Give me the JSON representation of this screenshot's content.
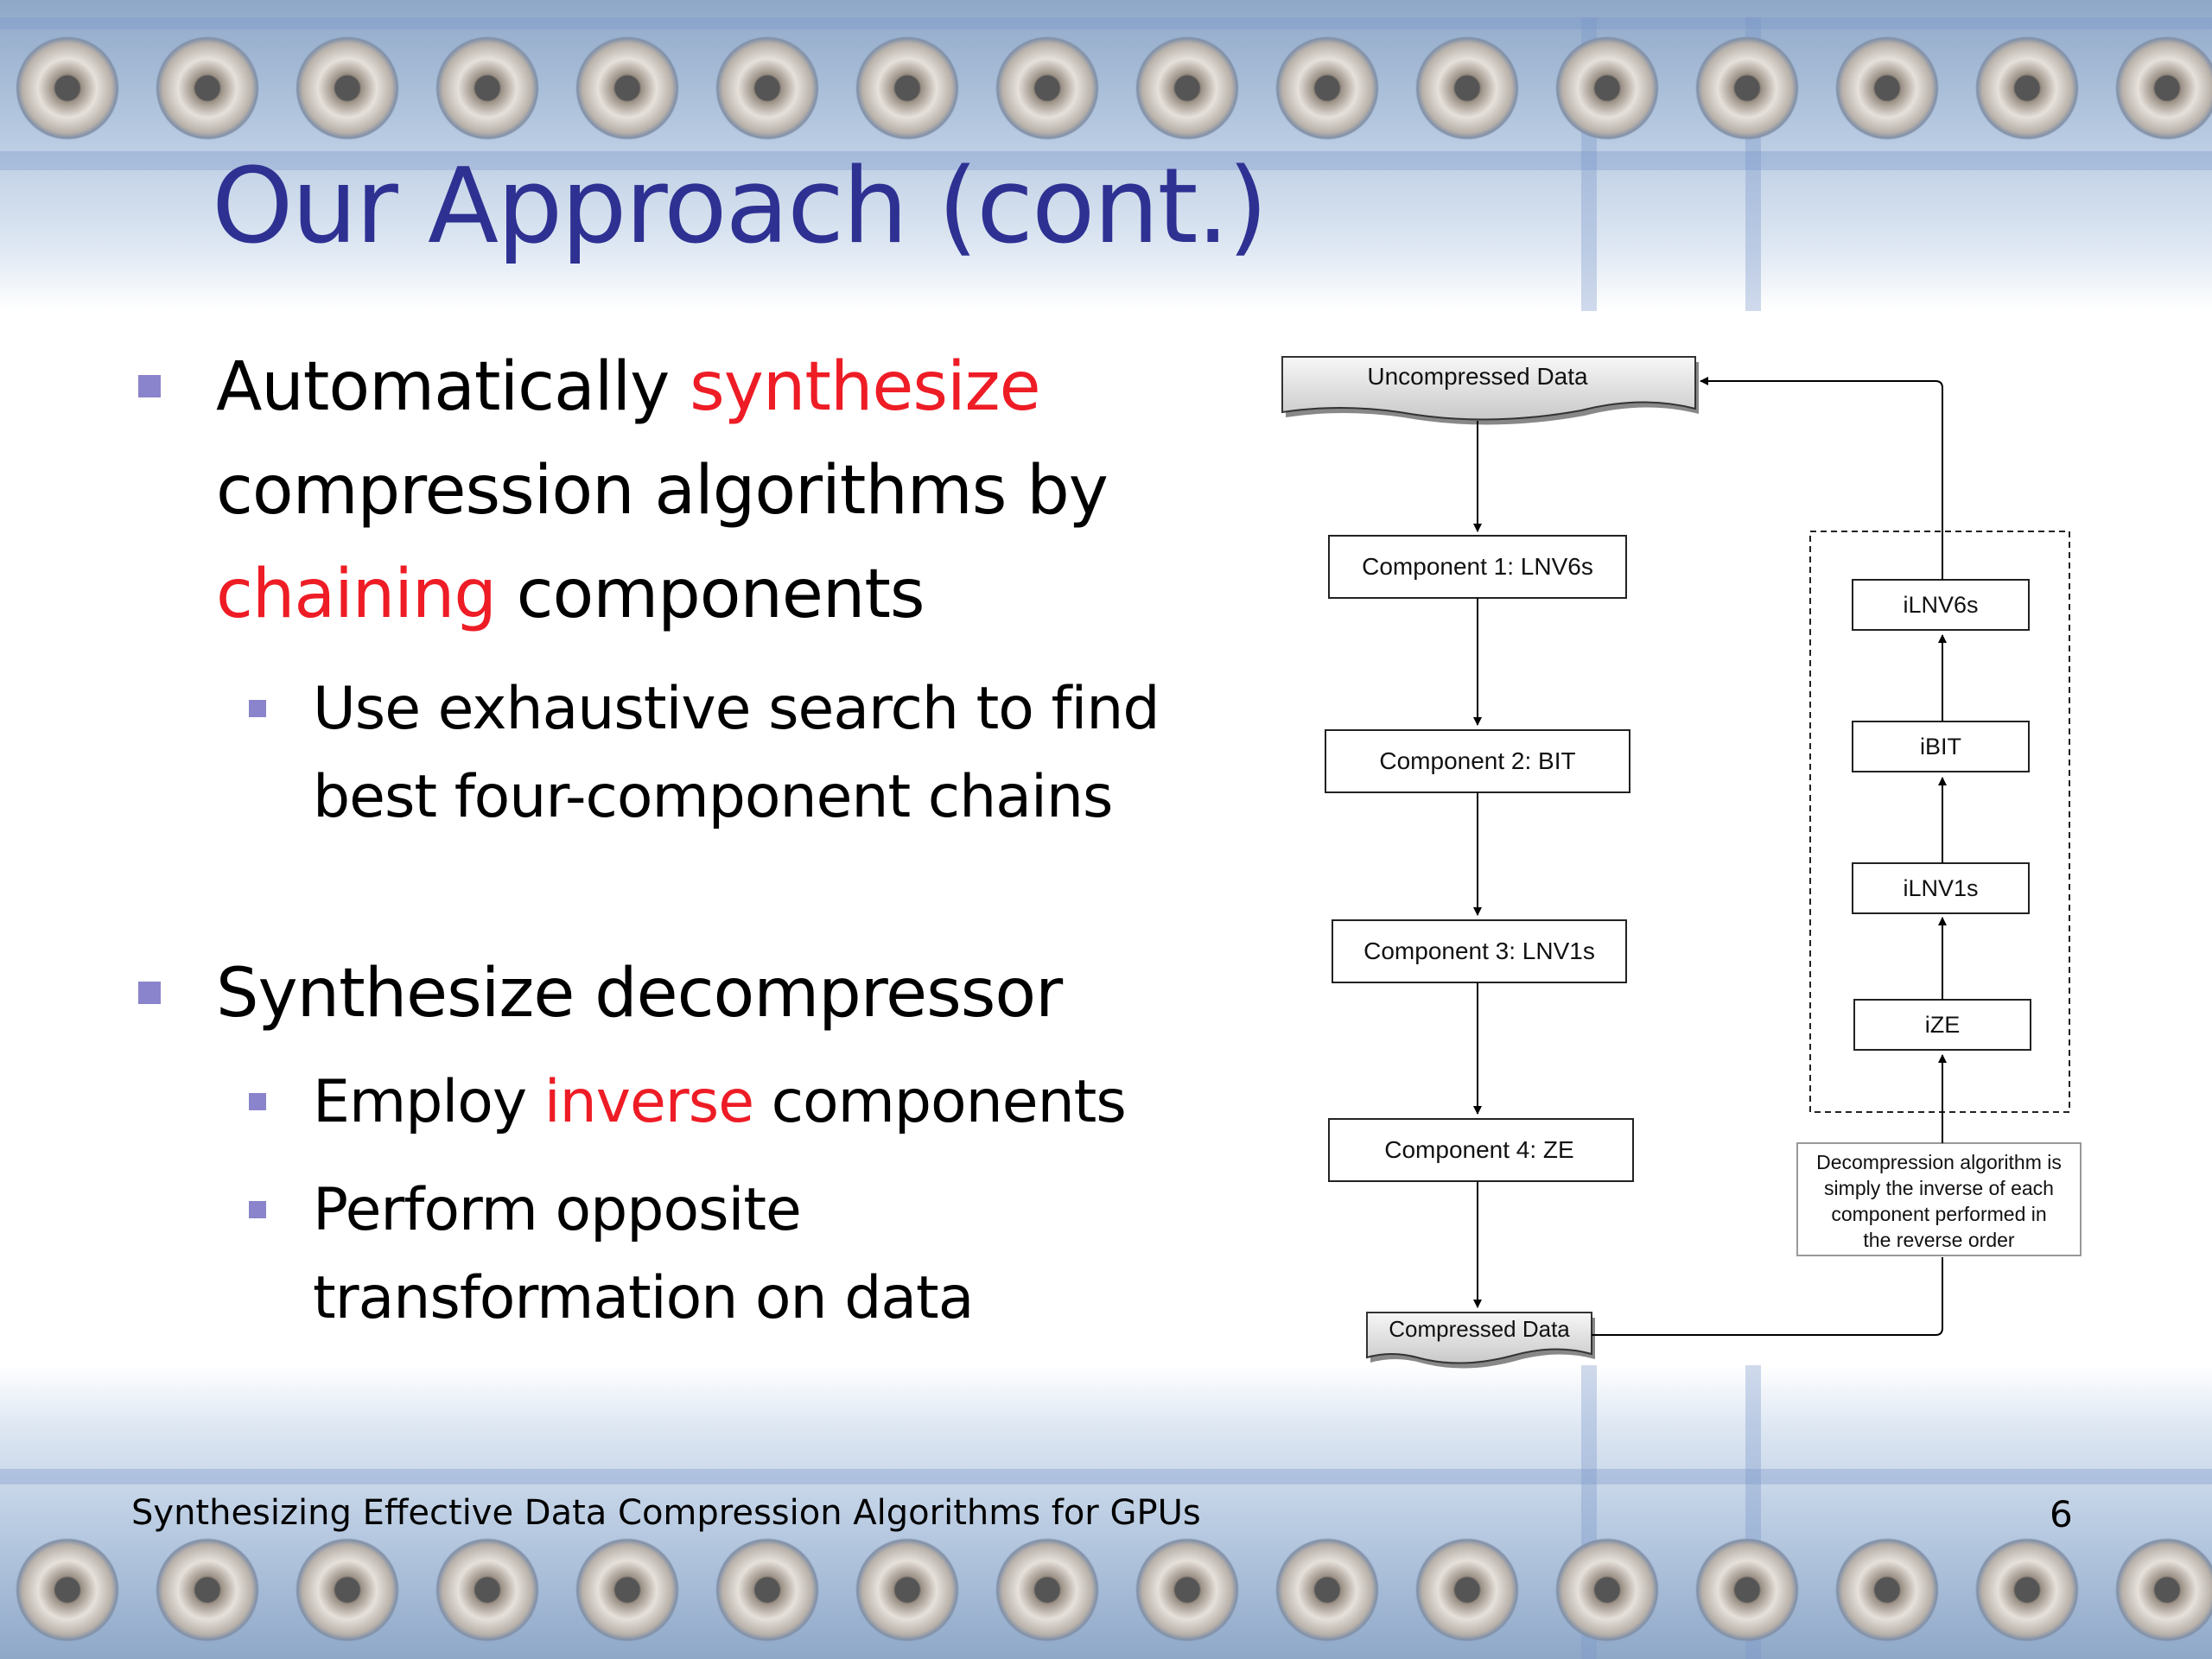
{
  "slide": {
    "title": "Our Approach (cont.)",
    "footer": "Synthesizing Effective Data Compression Algorithms for GPUs",
    "page_number": "6"
  },
  "bullets": [
    {
      "level": 1,
      "lines": [
        [
          {
            "text": "Automatically ",
            "color": "black"
          },
          {
            "text": "synthesize",
            "color": "red"
          }
        ],
        [
          {
            "text": "compression algorithms by",
            "color": "black"
          }
        ],
        [
          {
            "text": "chaining",
            "color": "red"
          },
          {
            "text": " components",
            "color": "black"
          }
        ]
      ]
    },
    {
      "level": 2,
      "lines": [
        [
          {
            "text": "Use exhaustive search to find",
            "color": "black"
          }
        ],
        [
          {
            "text": "best four-component chains",
            "color": "black"
          }
        ]
      ]
    },
    {
      "level": 1,
      "lines": [
        [
          {
            "text": "Synthesize decompressor",
            "color": "black"
          }
        ]
      ]
    },
    {
      "level": 2,
      "lines": [
        [
          {
            "text": "Employ ",
            "color": "black"
          },
          {
            "text": "inverse",
            "color": "red"
          },
          {
            "text": " components",
            "color": "black"
          }
        ]
      ]
    },
    {
      "level": 2,
      "lines": [
        [
          {
            "text": "Perform opposite",
            "color": "black"
          }
        ],
        [
          {
            "text": "transformation on data",
            "color": "black"
          }
        ]
      ]
    }
  ],
  "diagram": {
    "uncompressed": "Uncompressed Data",
    "compressed": "Compressed Data",
    "components": [
      "Component 1: LNV6s",
      "Component 2: BIT",
      "Component 3: LNV1s",
      "Component 4: ZE"
    ],
    "inverse_components": [
      "iLNV6s",
      "iBIT",
      "iLNV1s",
      "iZE"
    ],
    "note_lines": [
      "Decompression algorithm is",
      "simply the inverse of each",
      "component performed in",
      "the reverse order"
    ]
  },
  "colors": {
    "title": "#2e3192",
    "highlight": "#ee1c25",
    "bullet_marker": "#8a84cc"
  }
}
